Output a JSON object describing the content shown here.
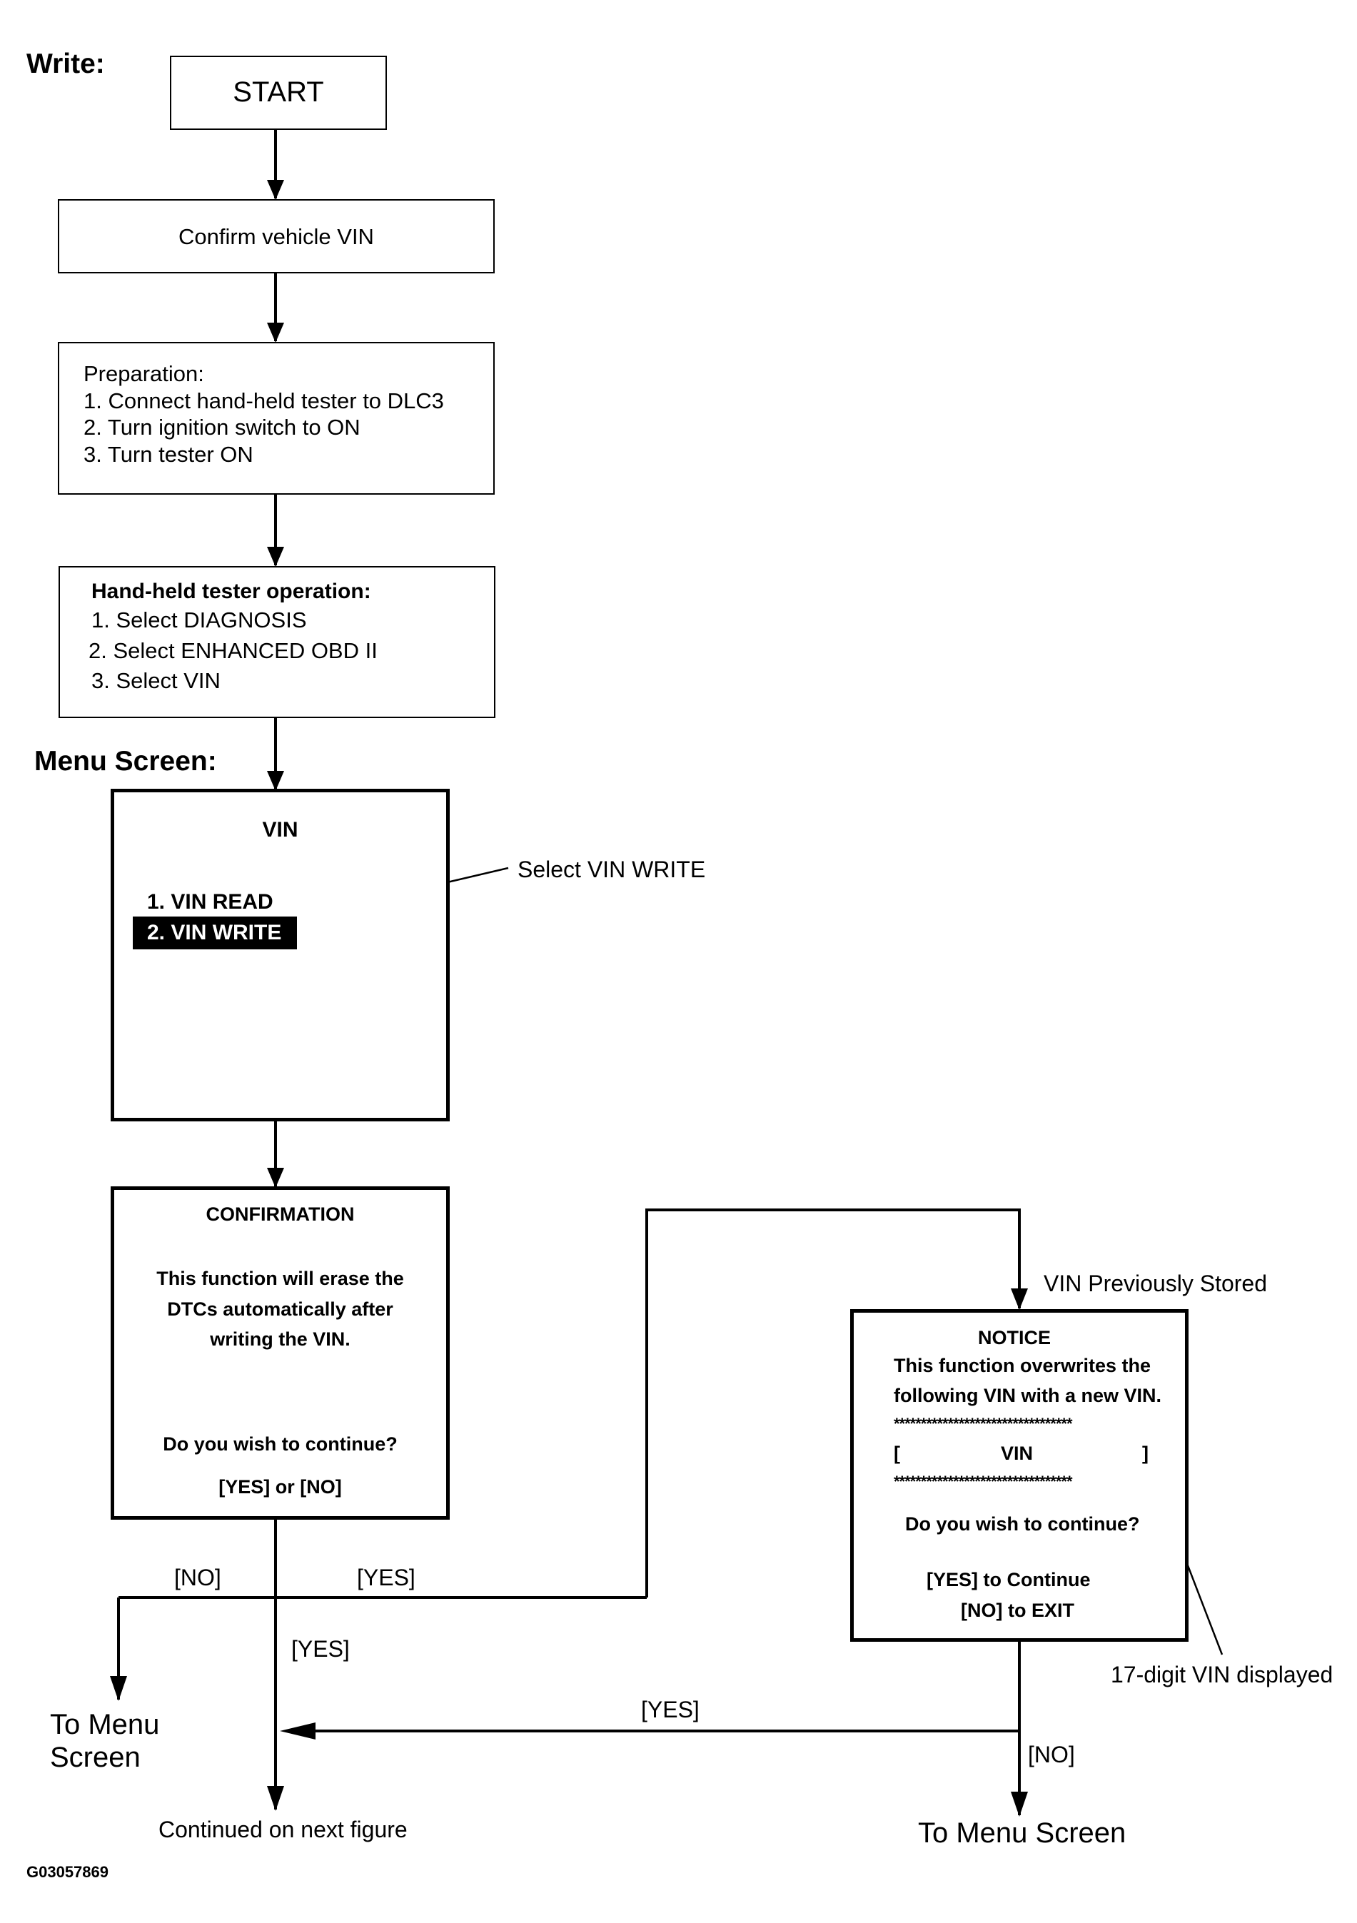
{
  "header": {
    "write_label": "Write:"
  },
  "steps": {
    "start": "START",
    "confirm_vin": "Confirm vehicle VIN",
    "preparation": {
      "title": "Preparation:",
      "items": [
        "1. Connect hand-held tester to DLC3",
        "2. Turn ignition switch to ON",
        "3. Turn tester ON"
      ]
    },
    "tester_operation": {
      "title": "Hand-held tester operation:",
      "items": [
        "1. Select DIAGNOSIS",
        "2. Select ENHANCED OBD II",
        "3. Select VIN"
      ]
    }
  },
  "menu_screen": {
    "label": "Menu Screen:",
    "title": "VIN",
    "items": [
      "1. VIN READ",
      "2. VIN WRITE"
    ],
    "callout": "Select VIN WRITE"
  },
  "confirmation_screen": {
    "title": "CONFIRMATION",
    "message": [
      "This function will erase the",
      "DTCs automatically after",
      "writing the VIN."
    ],
    "question": "Do you wish to continue?",
    "options": "[YES] or [NO]"
  },
  "notice_screen": {
    "entry_label": "VIN Previously Stored",
    "title": "NOTICE",
    "message": [
      "This function overwrites the",
      "following VIN with a new VIN."
    ],
    "stars": "*********************************",
    "vin_open": "[",
    "vin_label": "VIN",
    "vin_close": "]",
    "question": "Do you wish to continue?",
    "option_yes": "[YES] to Continue",
    "option_no": "[NO] to EXIT",
    "callout": "17-digit VIN displayed"
  },
  "branches": {
    "no_left": "[NO]",
    "yes_right": "[YES]",
    "yes_down": "[YES]",
    "yes_back": "[YES]",
    "no_notice": "[NO]"
  },
  "outcomes": {
    "to_menu_left": [
      "To Menu",
      "Screen"
    ],
    "continued": "Continued on next figure",
    "to_menu_right": "To Menu Screen"
  },
  "figure_id": "G03057869"
}
